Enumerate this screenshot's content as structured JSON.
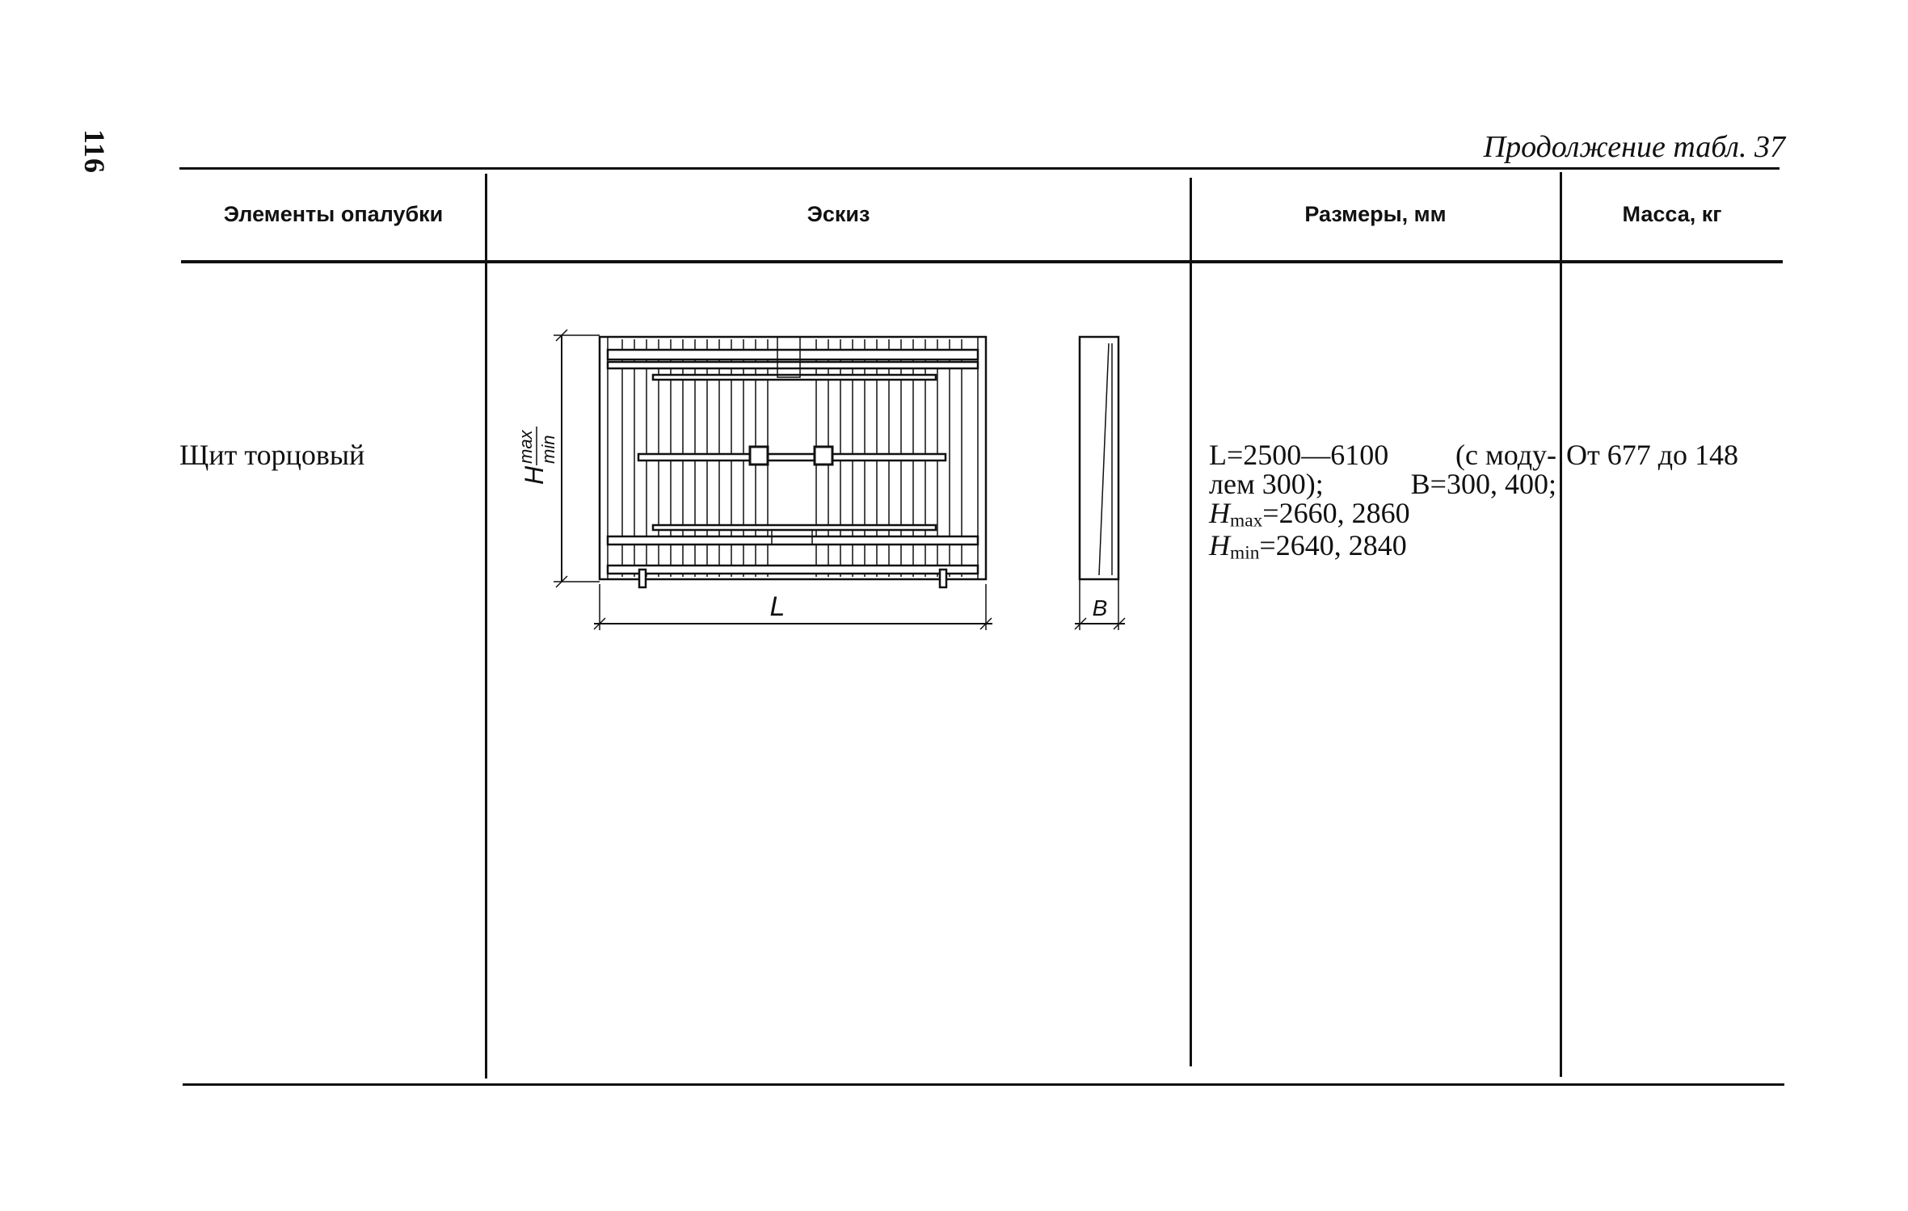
{
  "page": {
    "number": "116",
    "caption": "Продолжение табл. 37"
  },
  "table": {
    "headers": {
      "elements": "Элементы опалубки",
      "sketch": "Эскиз",
      "sizes": "Размеры, мм",
      "mass": "Масса, кг"
    },
    "row": {
      "element": "Щит торцовый",
      "sizes": {
        "line1_left": "L=2500—6100",
        "line1_right": "(с моду-",
        "line2_left": "лем 300);",
        "line2_right": "B=300, 400;",
        "hmax_symbol": "H",
        "hmax_sub": "max",
        "hmax_value": "=2660, 2860",
        "hmin_symbol": "H",
        "hmin_sub": "min",
        "hmin_value": "=2640, 2840"
      },
      "mass": "От 677 до 148"
    },
    "sketch_labels": {
      "length": "L",
      "width": "B",
      "height": "H",
      "height_max": "max",
      "height_min": "min"
    }
  }
}
